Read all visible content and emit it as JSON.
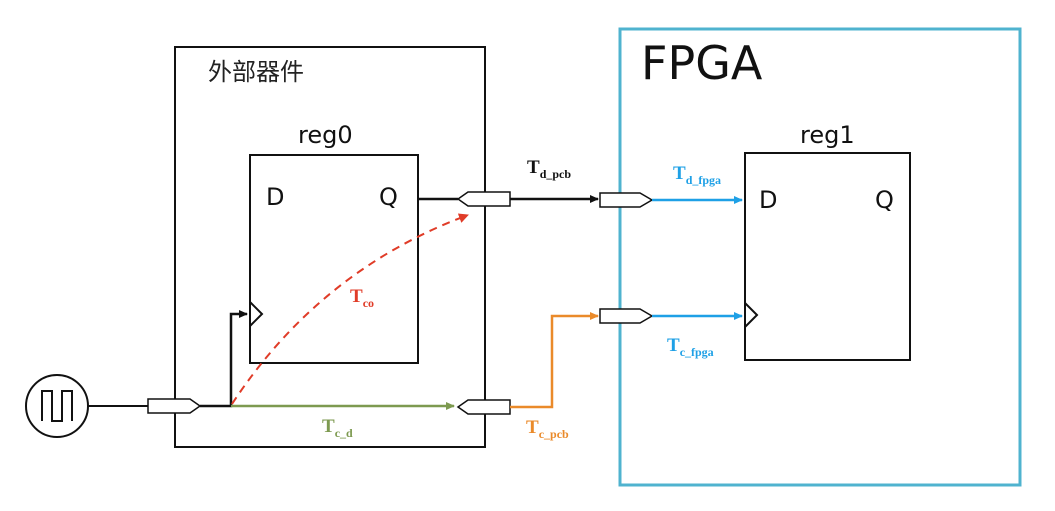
{
  "external_device": {
    "label": "外部器件"
  },
  "fpga": {
    "label": "FPGA"
  },
  "reg0": {
    "name": "reg0",
    "d": "D",
    "q": "Q"
  },
  "reg1": {
    "name": "reg1",
    "d": "D",
    "q": "Q"
  },
  "timing": {
    "td_pcb": {
      "main": "T",
      "sub": "d_pcb"
    },
    "td_fpga": {
      "main": "T",
      "sub": "d_fpga"
    },
    "tco": {
      "main": "T",
      "sub": "co"
    },
    "tc_fpga": {
      "main": "T",
      "sub": "c_fpga"
    },
    "tc_d": {
      "main": "T",
      "sub": "c_d"
    },
    "tc_pcb": {
      "main": "T",
      "sub": "c_pcb"
    }
  },
  "colors": {
    "fpga_border": "#4fb3cf",
    "fpga_path": "#1ea0e6",
    "co_path": "#e03c28",
    "cd_path": "#7d9a50",
    "pcb_clock_path": "#ea8a2a",
    "black": "#111111"
  },
  "icons": {
    "clock_source": "square-wave-clock-icon",
    "pad": "io-pad-icon"
  }
}
